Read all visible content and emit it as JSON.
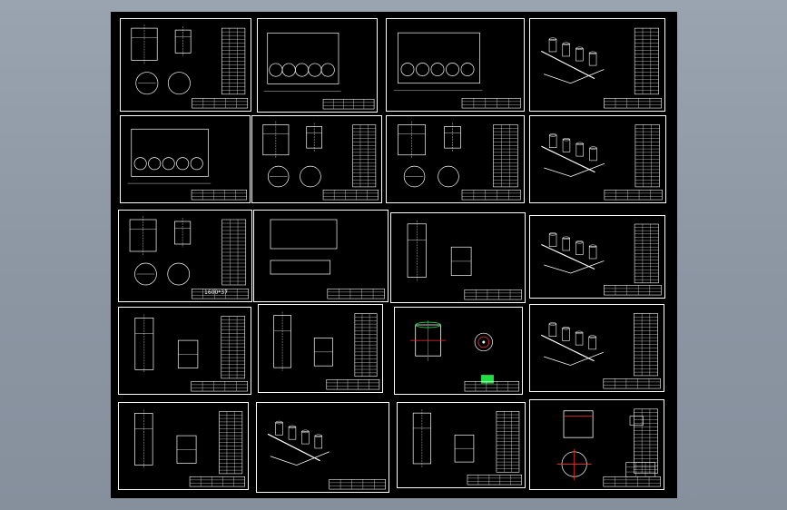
{
  "app": {
    "background": "#8e98a5",
    "canvas": "#000000"
  },
  "drawing": {
    "label_1600_37": "1600*37"
  },
  "colors": {
    "line": "#ffffff",
    "highlight_red": "#ff2a2a",
    "highlight_green": "#22dd44",
    "highlight_yellow": "#ffff33"
  },
  "sheets": [
    {
      "id": "r1c1"
    },
    {
      "id": "r1c2"
    },
    {
      "id": "r1c3"
    },
    {
      "id": "r1c4"
    },
    {
      "id": "r2c1"
    },
    {
      "id": "r2c2"
    },
    {
      "id": "r2c3"
    },
    {
      "id": "r2c4"
    },
    {
      "id": "r3c1"
    },
    {
      "id": "r3c2"
    },
    {
      "id": "r3c3"
    },
    {
      "id": "r3c4"
    },
    {
      "id": "r4c1"
    },
    {
      "id": "r4c2"
    },
    {
      "id": "r4c3"
    },
    {
      "id": "r4c4"
    },
    {
      "id": "r5c1"
    },
    {
      "id": "r5c2"
    },
    {
      "id": "r5c3"
    },
    {
      "id": "r5c4"
    }
  ]
}
